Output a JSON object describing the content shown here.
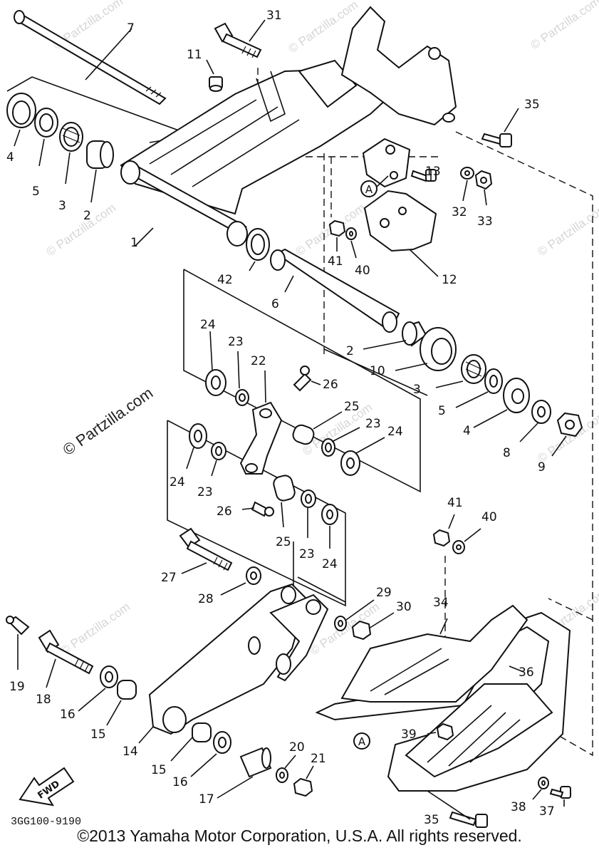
{
  "diagram": {
    "ref_code": "3GG100-9190",
    "fwd_label": "FWD",
    "callout_marker": "A",
    "copyright": "©2013 Yamaha Motor Corporation, U.S.A. All rights reserved.",
    "watermark": "© Partzilla.com",
    "part_numbers": [
      "1",
      "2",
      "3",
      "4",
      "5",
      "6",
      "7",
      "8",
      "9",
      "10",
      "11",
      "12",
      "13",
      "14",
      "15",
      "16",
      "17",
      "18",
      "19",
      "20",
      "21",
      "22",
      "23",
      "24",
      "25",
      "26",
      "27",
      "28",
      "29",
      "30",
      "31",
      "32",
      "33",
      "34",
      "35",
      "36",
      "37",
      "38",
      "39",
      "40",
      "41",
      "42"
    ]
  }
}
